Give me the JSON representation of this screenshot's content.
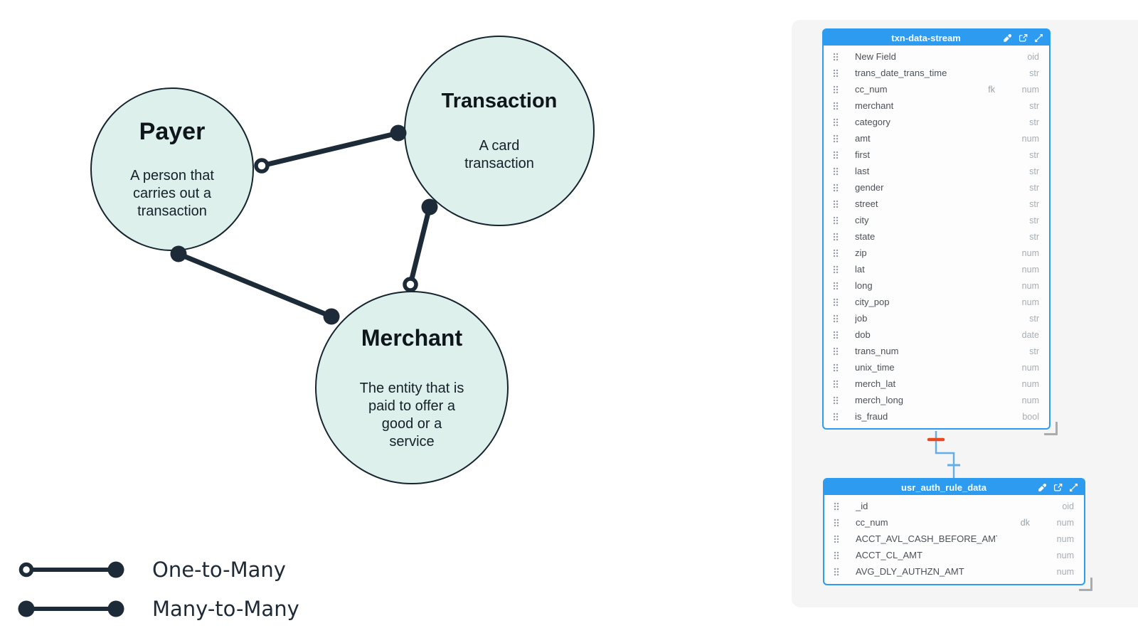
{
  "diagram": {
    "entities": [
      {
        "id": "payer",
        "title": "Payer",
        "description": "A person that\ncarries out a\ntransaction"
      },
      {
        "id": "transaction",
        "title": "Transaction",
        "description": "A card\ntransaction"
      },
      {
        "id": "merchant",
        "title": "Merchant",
        "description": "The entity that is\npaid to offer a\ngood or a\nservice"
      }
    ],
    "relationships": [
      {
        "from": "payer",
        "to": "transaction",
        "type": "one-to-many"
      },
      {
        "from": "payer",
        "to": "merchant",
        "type": "many-to-many"
      },
      {
        "from": "transaction",
        "to": "merchant",
        "type": "one-to-many"
      }
    ],
    "legend": [
      {
        "label": "One-to-Many",
        "type": "one-to-many"
      },
      {
        "label": "Many-to-Many",
        "type": "many-to-many"
      }
    ]
  },
  "schema_panels": [
    {
      "title": "txn-data-stream",
      "icons": [
        "eyedropper-icon",
        "open-in-new-icon",
        "resize-diagonal-icon"
      ],
      "fields": [
        {
          "name": "New Field",
          "tag": "",
          "type": "oid"
        },
        {
          "name": "trans_date_trans_time",
          "tag": "",
          "type": "str"
        },
        {
          "name": "cc_num",
          "tag": "fk",
          "type": "num"
        },
        {
          "name": "merchant",
          "tag": "",
          "type": "str"
        },
        {
          "name": "category",
          "tag": "",
          "type": "str"
        },
        {
          "name": "amt",
          "tag": "",
          "type": "num"
        },
        {
          "name": "first",
          "tag": "",
          "type": "str"
        },
        {
          "name": "last",
          "tag": "",
          "type": "str"
        },
        {
          "name": "gender",
          "tag": "",
          "type": "str"
        },
        {
          "name": "street",
          "tag": "",
          "type": "str"
        },
        {
          "name": "city",
          "tag": "",
          "type": "str"
        },
        {
          "name": "state",
          "tag": "",
          "type": "str"
        },
        {
          "name": "zip",
          "tag": "",
          "type": "num"
        },
        {
          "name": "lat",
          "tag": "",
          "type": "num"
        },
        {
          "name": "long",
          "tag": "",
          "type": "num"
        },
        {
          "name": "city_pop",
          "tag": "",
          "type": "num"
        },
        {
          "name": "job",
          "tag": "",
          "type": "str"
        },
        {
          "name": "dob",
          "tag": "",
          "type": "date"
        },
        {
          "name": "trans_num",
          "tag": "",
          "type": "str"
        },
        {
          "name": "unix_time",
          "tag": "",
          "type": "num"
        },
        {
          "name": "merch_lat",
          "tag": "",
          "type": "num"
        },
        {
          "name": "merch_long",
          "tag": "",
          "type": "num"
        },
        {
          "name": "is_fraud",
          "tag": "",
          "type": "bool"
        }
      ]
    },
    {
      "title": "usr_auth_rule_data",
      "icons": [
        "eyedropper-icon",
        "open-in-new-icon",
        "resize-diagonal-icon"
      ],
      "fields": [
        {
          "name": "_id",
          "tag": "",
          "type": "oid"
        },
        {
          "name": "cc_num",
          "tag": "dk",
          "type": "num"
        },
        {
          "name": "ACCT_AVL_CASH_BEFORE_AMT",
          "tag": "",
          "type": "num"
        },
        {
          "name": "ACCT_CL_AMT",
          "tag": "",
          "type": "num"
        },
        {
          "name": "AVG_DLY_AUTHZN_AMT",
          "tag": "",
          "type": "num"
        }
      ]
    }
  ],
  "colors": {
    "accent_blue": "#2d9bf0",
    "mint_fill": "#ddf0eb",
    "ink": "#1d2b38",
    "connector_blue": "#63ade9",
    "connector_red_tick": "#e8491f",
    "backdrop_gray": "#f5f5f6"
  }
}
